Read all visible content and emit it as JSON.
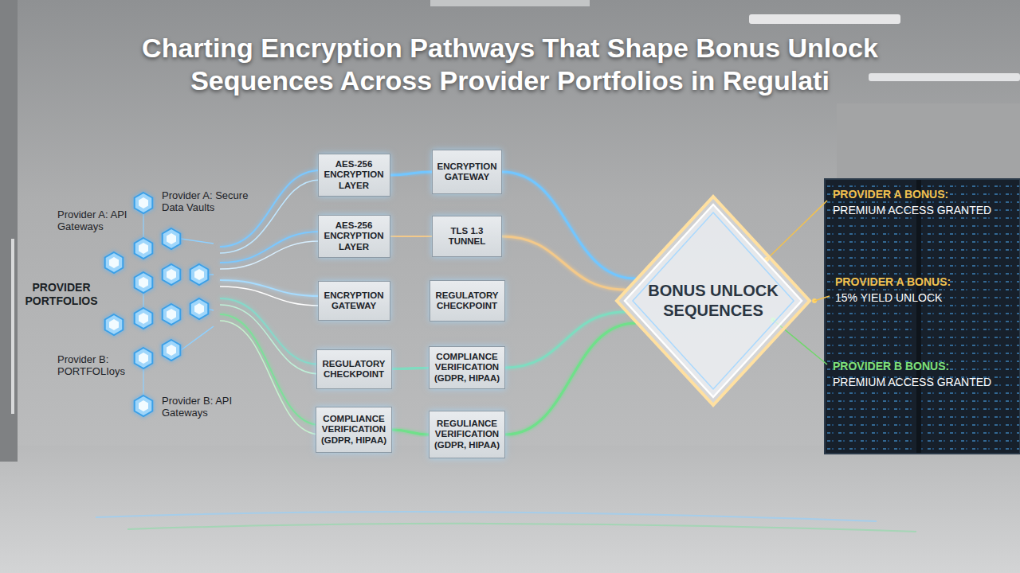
{
  "diagram": {
    "title": "Charting Encryption Pathways That Shape Bonus Unlock Sequences Across Provider Portfolios in Regulati",
    "nodes": [
      {
        "text": [
          "AES-256 ENCRYPTION LAYER"
        ]
      },
      {
        "text": [
          "ENCRYPTION GATEWAY"
        ]
      },
      {
        "text": [
          "AES-256 ENCRYPTION LAYER"
        ]
      },
      {
        "text": [
          "TLS 1.3 TUNNEL"
        ]
      },
      {
        "text": [
          "ENCRYPTION GATEWAY"
        ]
      },
      {
        "text": [
          "REGULATORY CHECKPOINT"
        ]
      },
      {
        "text": [
          "REGULATORY CHECKPOINT"
        ]
      },
      {
        "text": [
          "COMPLIANCE VERIFICATION (GDPR, HIPAA)"
        ]
      },
      {
        "text": [
          "COMPLIANCE VERIFICATION (GDPR, HIPAA)"
        ]
      },
      {
        "text": [
          "REGULIANCE VERIFICATION (GDPR, HIPAA)"
        ]
      },
      {
        "text": [
          "BONUS UNLOCK SEQUENCES"
        ]
      }
    ],
    "edges": [
      {
        "from": 0,
        "to": 1,
        "arrow": "none"
      },
      {
        "from": 2,
        "to": 3,
        "arrow": "none"
      },
      {
        "from": 4,
        "to": 5,
        "arrow": "none"
      },
      {
        "from": 6,
        "to": 7,
        "arrow": "none"
      },
      {
        "from": 8,
        "to": 9,
        "arrow": "none"
      },
      {
        "from": 1,
        "to": 10,
        "arrow": "none"
      },
      {
        "from": 3,
        "to": 10,
        "arrow": "none"
      },
      {
        "from": 5,
        "to": 10,
        "arrow": "none"
      },
      {
        "from": 7,
        "to": 10,
        "arrow": "none"
      },
      {
        "from": 9,
        "to": 10,
        "arrow": "none"
      }
    ],
    "labels": [
      "Provider A: Secure Data Vaults",
      "Provider A: API Gateways",
      "PROVIDER PORTFOLIOS",
      "Provider B: PORTFOLIoys",
      "Provider B: API Gateways",
      "PROVIDER A BONUS:",
      "PREMIUM ACCESS GRANTED",
      "PROVIDER A BONUS:",
      "15% YIELD UNLOCK",
      "PROVIDER B BONUS:",
      "PREMIUM ACCESS GRANTED"
    ]
  }
}
